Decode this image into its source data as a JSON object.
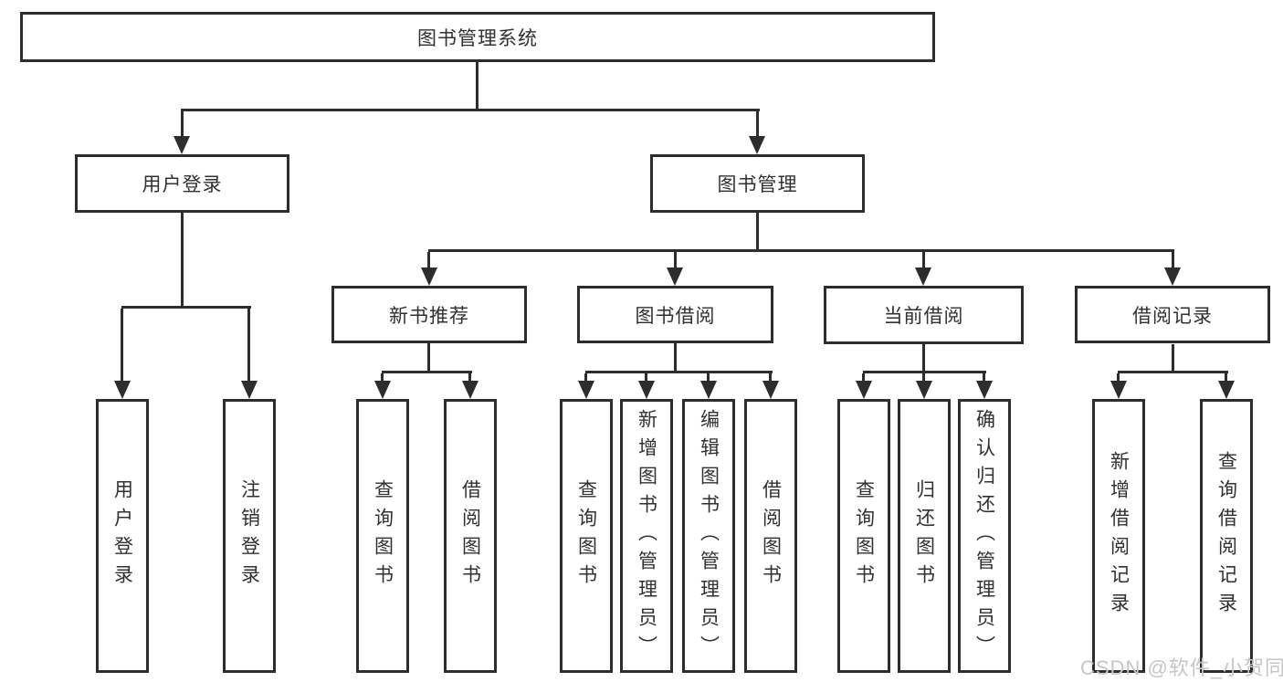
{
  "nodes": {
    "root": {
      "label": "图书管理系统"
    },
    "level2": [
      {
        "label": "用户登录"
      },
      {
        "label": "图书管理"
      }
    ],
    "level3": [
      {
        "label": "新书推荐"
      },
      {
        "label": "图书借阅"
      },
      {
        "label": "当前借阅"
      },
      {
        "label": "借阅记录"
      }
    ],
    "leaves": [
      {
        "label": "用户登录"
      },
      {
        "label": "注销登录"
      },
      {
        "label": "查询图书"
      },
      {
        "label": "借阅图书"
      },
      {
        "label": "查询图书"
      },
      {
        "label": "新增图书（管理员）"
      },
      {
        "label": "编辑图书（管理员）"
      },
      {
        "label": "借阅图书"
      },
      {
        "label": "查询图书"
      },
      {
        "label": "归还图书"
      },
      {
        "label": "确认归还（管理员）"
      },
      {
        "label": "新增借阅记录"
      },
      {
        "label": "查询借阅记录"
      }
    ]
  },
  "watermark": {
    "text": "CSDN @软件_小贺同学"
  },
  "colors": {
    "line": "#2d2d2d",
    "text": "#303030",
    "watermark": "#c6c6c6",
    "background": "#ffffff"
  }
}
